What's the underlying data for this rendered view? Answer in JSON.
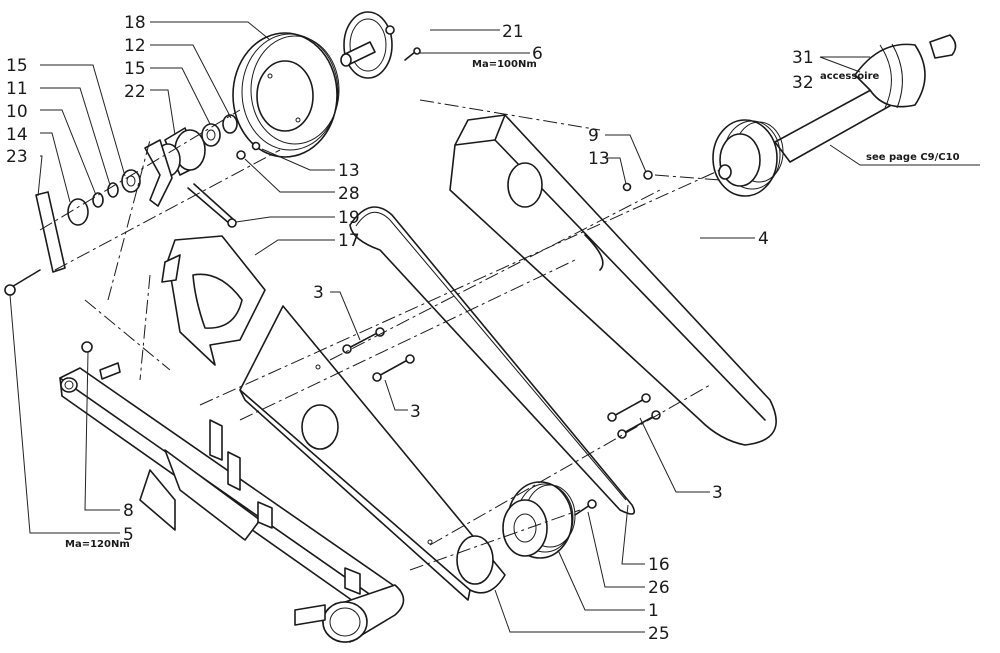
{
  "diagram": {
    "title": "Exploded view - belt drive assembly",
    "callouts": [
      {
        "id": "c18",
        "label": "18"
      },
      {
        "id": "c12",
        "label": "12"
      },
      {
        "id": "c15a",
        "label": "15"
      },
      {
        "id": "c15b",
        "label": "15"
      },
      {
        "id": "c22",
        "label": "22"
      },
      {
        "id": "c11",
        "label": "11"
      },
      {
        "id": "c10",
        "label": "10"
      },
      {
        "id": "c14",
        "label": "14"
      },
      {
        "id": "c23",
        "label": "23"
      },
      {
        "id": "c21",
        "label": "21"
      },
      {
        "id": "c6",
        "label": "6"
      },
      {
        "id": "c13a",
        "label": "13"
      },
      {
        "id": "c28",
        "label": "28"
      },
      {
        "id": "c19",
        "label": "19"
      },
      {
        "id": "c17",
        "label": "17"
      },
      {
        "id": "c9",
        "label": "9"
      },
      {
        "id": "c13b",
        "label": "13"
      },
      {
        "id": "c4",
        "label": "4"
      },
      {
        "id": "c3a",
        "label": "3"
      },
      {
        "id": "c3b",
        "label": "3"
      },
      {
        "id": "c3c",
        "label": "3"
      },
      {
        "id": "c31",
        "label": "31"
      },
      {
        "id": "c32",
        "label": "32"
      },
      {
        "id": "c8",
        "label": "8"
      },
      {
        "id": "c5",
        "label": "5"
      },
      {
        "id": "c16",
        "label": "16"
      },
      {
        "id": "c26",
        "label": "26"
      },
      {
        "id": "c1",
        "label": "1"
      },
      {
        "id": "c25",
        "label": "25"
      }
    ],
    "notes": {
      "torque_6": "Ma=100Nm",
      "torque_5": "Ma=120Nm",
      "accessory": "accessoire",
      "see_page": "see page C9/C10"
    }
  }
}
